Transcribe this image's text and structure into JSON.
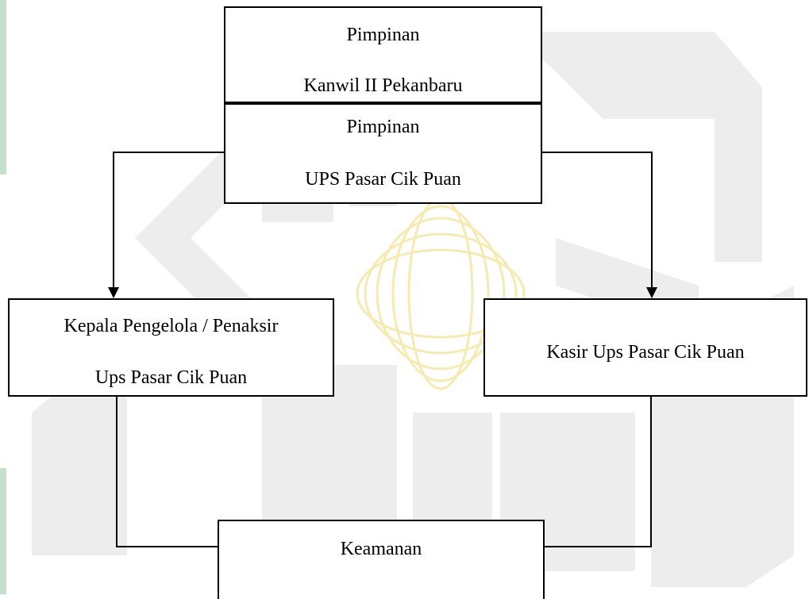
{
  "boxes": {
    "kanwil": {
      "line1": "Pimpinan",
      "line2": "Kanwil II Pekanbaru"
    },
    "ups": {
      "line1": "Pimpinan",
      "line2": "UPS Pasar Cik Puan"
    },
    "kepala": {
      "line1": "Kepala Pengelola / Penaksir",
      "line2": "Ups Pasar Cik Puan"
    },
    "kasir": {
      "line1": "Kasir Ups Pasar Cik Puan"
    },
    "keamanan": {
      "line1": "Keamanan"
    }
  },
  "colors": {
    "watermark_gray": "#ededed",
    "watermark_green": "#9ec9a6",
    "watermark_gold": "#f6eab3",
    "lines": "#000000"
  }
}
